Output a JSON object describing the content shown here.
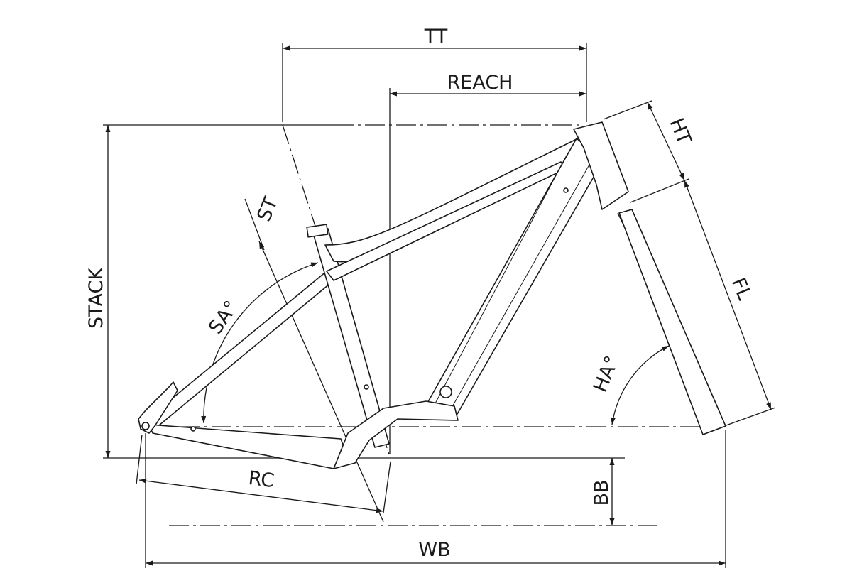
{
  "diagram": {
    "title": "Bike frame geometry",
    "labels": {
      "tt": "TT",
      "reach": "REACH",
      "ht": "HT",
      "stack": "STACK",
      "st": "ST",
      "sa": "SA°",
      "fl": "FL",
      "ha": "HA°",
      "rc": "RC",
      "bb": "BB",
      "wb": "WB"
    },
    "colors": {
      "line": "#1a1a1a",
      "background": "#ffffff"
    }
  }
}
